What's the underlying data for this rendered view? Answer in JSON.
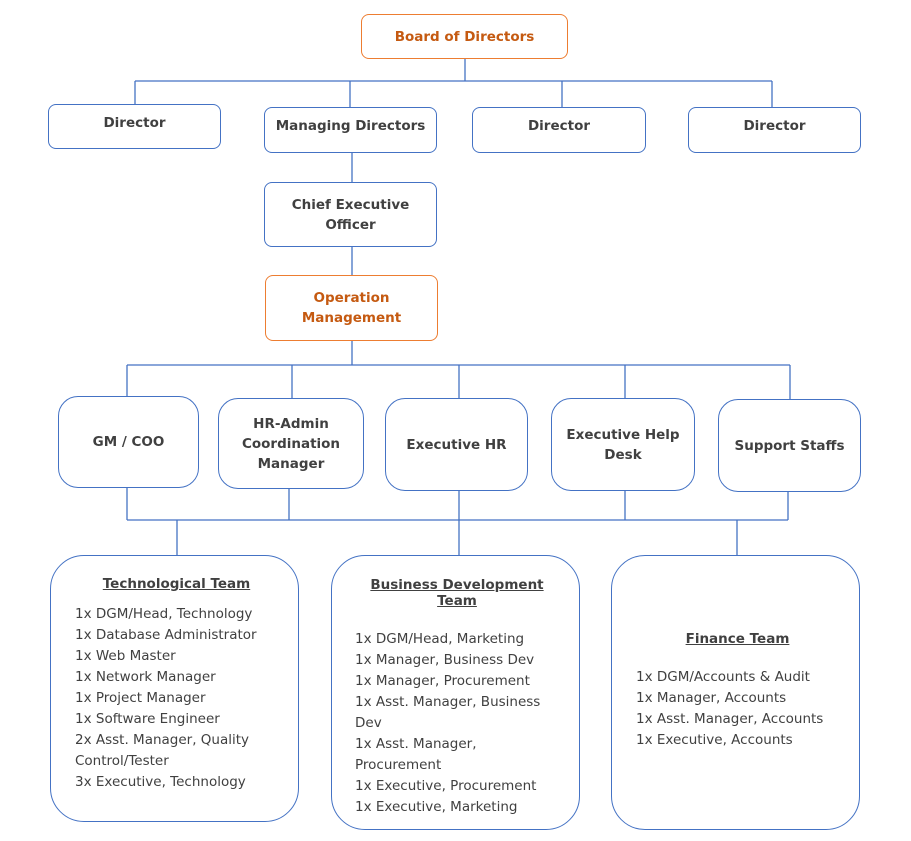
{
  "board": {
    "label": "Board of Directors"
  },
  "directors": [
    {
      "label": "Director"
    },
    {
      "label": "Managing Directors"
    },
    {
      "label": "Director"
    },
    {
      "label": "Director"
    }
  ],
  "ceo": {
    "label": "Chief Executive Officer"
  },
  "operation": {
    "label": "Operation Management"
  },
  "mid_roles": [
    {
      "label": "GM / COO"
    },
    {
      "label": "HR-Admin Coordination Manager"
    },
    {
      "label": "Executive HR"
    },
    {
      "label": "Executive Help Desk"
    },
    {
      "label": "Support Staffs"
    }
  ],
  "teams": [
    {
      "title": "Technological Team",
      "members": [
        "1x DGM/Head, Technology",
        "1x Database Administrator",
        "1x Web Master",
        "1x Network Manager",
        "1x Project Manager",
        "1x Software Engineer",
        "2x Asst. Manager, Quality Control/Tester",
        "3x Executive, Technology"
      ]
    },
    {
      "title": "Business Development Team",
      "members": [
        "1x DGM/Head, Marketing",
        "1x Manager, Business Dev",
        "1x Manager, Procurement",
        "1x Asst. Manager, Business Dev",
        "1x Asst. Manager, Procurement",
        "1x Executive, Procurement",
        "1x Executive, Marketing"
      ]
    },
    {
      "title": "Finance Team",
      "members": [
        "1x DGM/Accounts & Audit",
        "1x Manager, Accounts",
        "1x Asst. Manager, Accounts",
        "1x Executive, Accounts"
      ]
    }
  ],
  "colors": {
    "line": "#4472c4",
    "accent": "#ed7d31",
    "accent_text": "#c55a11",
    "text": "#404040"
  }
}
